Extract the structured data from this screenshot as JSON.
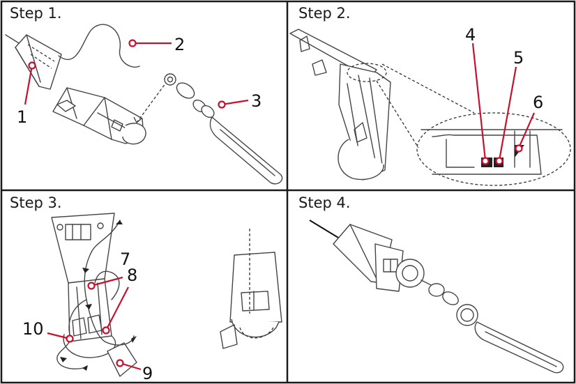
{
  "panels": [
    {
      "id": "step1",
      "title": "Step 1."
    },
    {
      "id": "step2",
      "title": "Step 2."
    },
    {
      "id": "step3",
      "title": "Step 3."
    },
    {
      "id": "step4",
      "title": "Step 4."
    }
  ],
  "callouts": {
    "c1": "1",
    "c2": "2",
    "c3": "3",
    "c4": "4",
    "c5": "5",
    "c6": "6",
    "c7": "7",
    "c8": "8",
    "c9": "9",
    "c10": "10"
  },
  "colors": {
    "accent": "#c8102e",
    "border": "#1a1a1a",
    "line_art": "#444444"
  }
}
